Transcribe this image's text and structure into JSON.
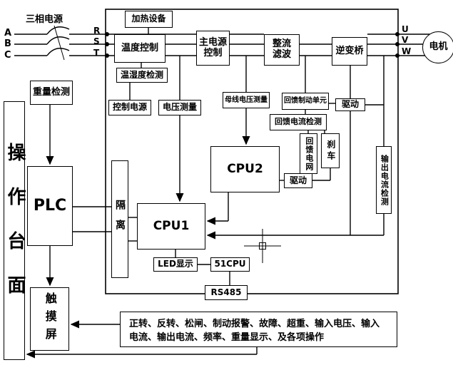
{
  "diagram": {
    "power": {
      "supply_label": "三相电源",
      "phase_labels": [
        "A",
        "B",
        "C"
      ],
      "rst_labels": [
        "R",
        "S",
        "T"
      ],
      "uvw_labels": [
        "U",
        "V",
        "W"
      ],
      "motor": "电机"
    },
    "blocks": {
      "heating": "加热设备",
      "temp_control": "温度控制",
      "main_power_control": "主电源控制",
      "rectifier_filter": "整流滤波",
      "inverter": "逆变桥",
      "temp_humidity": "温湿度检测",
      "control_power": "控制电源",
      "voltage_measure": "电压测量",
      "bus_voltage": "母线电压测量",
      "regen_brake_unit": "回馈制动单元",
      "drive_top": "驱动",
      "feedback_current": "回馈电流检测",
      "feedback_grid": "回馈电网",
      "brake": "刹车",
      "cpu2": "CPU2",
      "drive_lower": "驱动",
      "output_current": "输出电流检测",
      "weight_detect": "重量检测",
      "plc": "PLC",
      "isolation": "隔离",
      "cpu1": "CPU1",
      "led_display": "LED显示",
      "cpu51": "51CPU",
      "rs485": "RS485",
      "console": "操作台面",
      "touchscreen": "触摸屏"
    },
    "status_text": {
      "line1": "正转、反转、松闸、制动报警、故障、超重、输入电压、输入",
      "line2": "电流、输出电流、频率、重量显示、及各项操作"
    },
    "colors": {
      "line": "#000000",
      "background": "#ffffff"
    }
  }
}
